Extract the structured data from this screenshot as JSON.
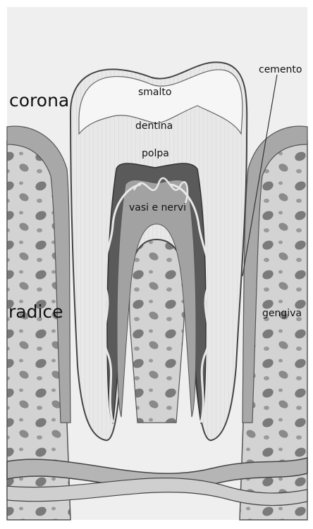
{
  "labels": {
    "corona": "corona",
    "radice": "radice",
    "smalto": "smalto",
    "dentina": "dentina",
    "polpa": "polpa",
    "vasi_nervi": "vasi e nervi",
    "cemento": "cemento",
    "gengiva": "gengiva"
  },
  "colors": {
    "background": "#ffffff",
    "panel": "#eeeeee",
    "bone": "#d2d2d2",
    "gum": "#a9a9a9",
    "enamel": "#f7f7f7",
    "dentin": "#e6e6e6",
    "pulp": "#575757",
    "root_canal": "#a0a0a0",
    "vessels": "#e8e8e8",
    "line": "#555555"
  }
}
